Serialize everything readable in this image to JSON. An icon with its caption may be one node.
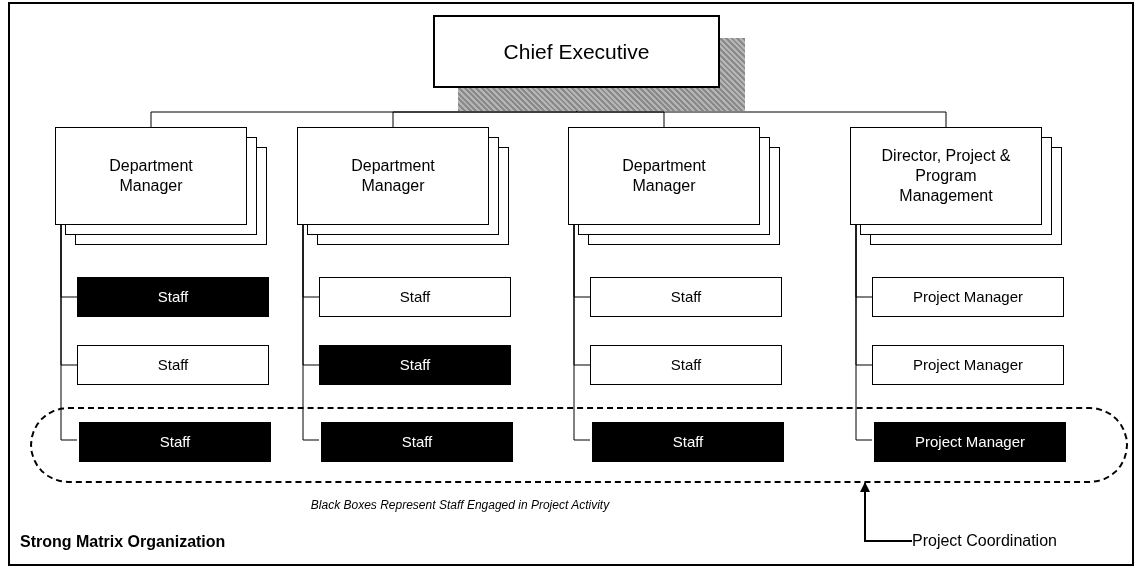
{
  "diagram": {
    "caption": "Strong Matrix Organization",
    "nodes": [
      {
        "text": [
          "Chief Executive"
        ]
      },
      {
        "text": [
          "Department Manager"
        ]
      },
      {
        "text": [
          "Department Manager"
        ]
      },
      {
        "text": [
          "Department Manager"
        ]
      },
      {
        "text": [
          "Director, Project & Program Management"
        ]
      },
      {
        "text": [
          "Staff"
        ]
      },
      {
        "text": [
          "Staff"
        ]
      },
      {
        "text": [
          "Staff"
        ]
      },
      {
        "text": [
          "Project Manager"
        ]
      },
      {
        "text": [
          "Staff"
        ]
      },
      {
        "text": [
          "Staff"
        ]
      },
      {
        "text": [
          "Staff"
        ]
      },
      {
        "text": [
          "Project Manager"
        ]
      },
      {
        "text": [],
        "shape": "box"
      },
      {
        "text": [
          "Staff"
        ],
        "in": 13
      },
      {
        "text": [
          "Staff"
        ],
        "in": 13
      },
      {
        "text": [
          "Staff"
        ],
        "in": 13
      },
      {
        "text": [
          "Project Manager"
        ],
        "in": 13
      },
      {
        "text": [
          "Project Coordination"
        ]
      }
    ],
    "edges": [
      {
        "from": 0,
        "to": 1,
        "arrow": "none"
      },
      {
        "from": 0,
        "to": 2,
        "arrow": "none"
      },
      {
        "from": 0,
        "to": 3,
        "arrow": "none"
      },
      {
        "from": 0,
        "to": 4,
        "arrow": "none"
      },
      {
        "from": 1,
        "to": 5,
        "arrow": "none"
      },
      {
        "from": 1,
        "to": 9,
        "arrow": "none"
      },
      {
        "from": 1,
        "to": 14,
        "arrow": "none"
      },
      {
        "from": 2,
        "to": 6,
        "arrow": "none"
      },
      {
        "from": 2,
        "to": 10,
        "arrow": "none"
      },
      {
        "from": 2,
        "to": 15,
        "arrow": "none"
      },
      {
        "from": 3,
        "to": 7,
        "arrow": "none"
      },
      {
        "from": 3,
        "to": 11,
        "arrow": "none"
      },
      {
        "from": 3,
        "to": 16,
        "arrow": "none"
      },
      {
        "from": 4,
        "to": 8,
        "arrow": "none"
      },
      {
        "from": 4,
        "to": 12,
        "arrow": "none"
      },
      {
        "from": 4,
        "to": 17,
        "arrow": "none"
      },
      {
        "from": 18,
        "to": 13,
        "arrow": "to"
      }
    ],
    "labels": [
      "Black Boxes Represent Staff Engaged in Project Activity"
    ]
  }
}
